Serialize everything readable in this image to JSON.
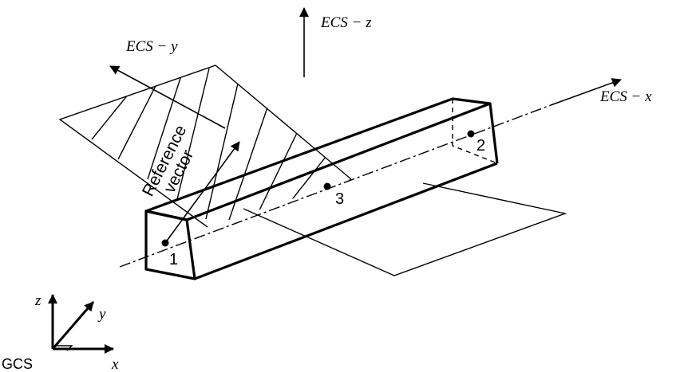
{
  "labels": {
    "ecs_x": "ECS − x",
    "ecs_y": "ECS − y",
    "ecs_z": "ECS − z",
    "reference_line1": "Reference",
    "reference_line2": "vector",
    "gcs": "GCS",
    "gcs_x": "x",
    "gcs_y": "y",
    "gcs_z": "z"
  },
  "nodes": [
    {
      "id": "node-1",
      "label": "1"
    },
    {
      "id": "node-2",
      "label": "2"
    },
    {
      "id": "node-3",
      "label": "3"
    }
  ],
  "colors": {
    "stroke": "#000000",
    "background": "#ffffff"
  }
}
